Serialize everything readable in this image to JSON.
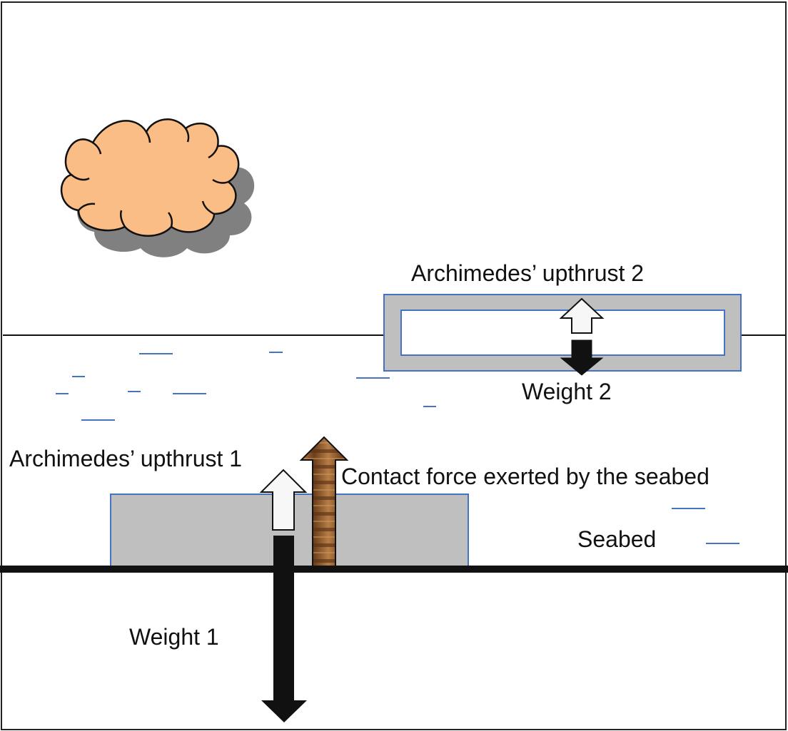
{
  "labels": {
    "upthrust_2": "Archimedes’ upthrust 2",
    "weight_2": "Weight 2",
    "upthrust_1": "Archimedes’ upthrust 1",
    "contact_force": "Contact force exerted by the seabed",
    "seabed": "Seabed",
    "weight_1": "Weight 1"
  },
  "colors": {
    "cloud_fill": "#f9bd85",
    "cloud_shadow": "#808080",
    "object_fill": "#bfbfbf",
    "object_outline": "#4472c4",
    "wave_mark": "#4472c4",
    "weight_arrow": "#111111",
    "upthrust_arrow_fill": "#f7f7f7",
    "contact_arrow": "#8b5a2b",
    "seabed_line": "#111111",
    "water_surface_line": "#111111"
  },
  "icons": {
    "cloud": "cloud-icon",
    "weight": "down-arrow-icon",
    "upthrust": "up-arrow-icon",
    "contact": "wood-up-arrow-icon"
  }
}
